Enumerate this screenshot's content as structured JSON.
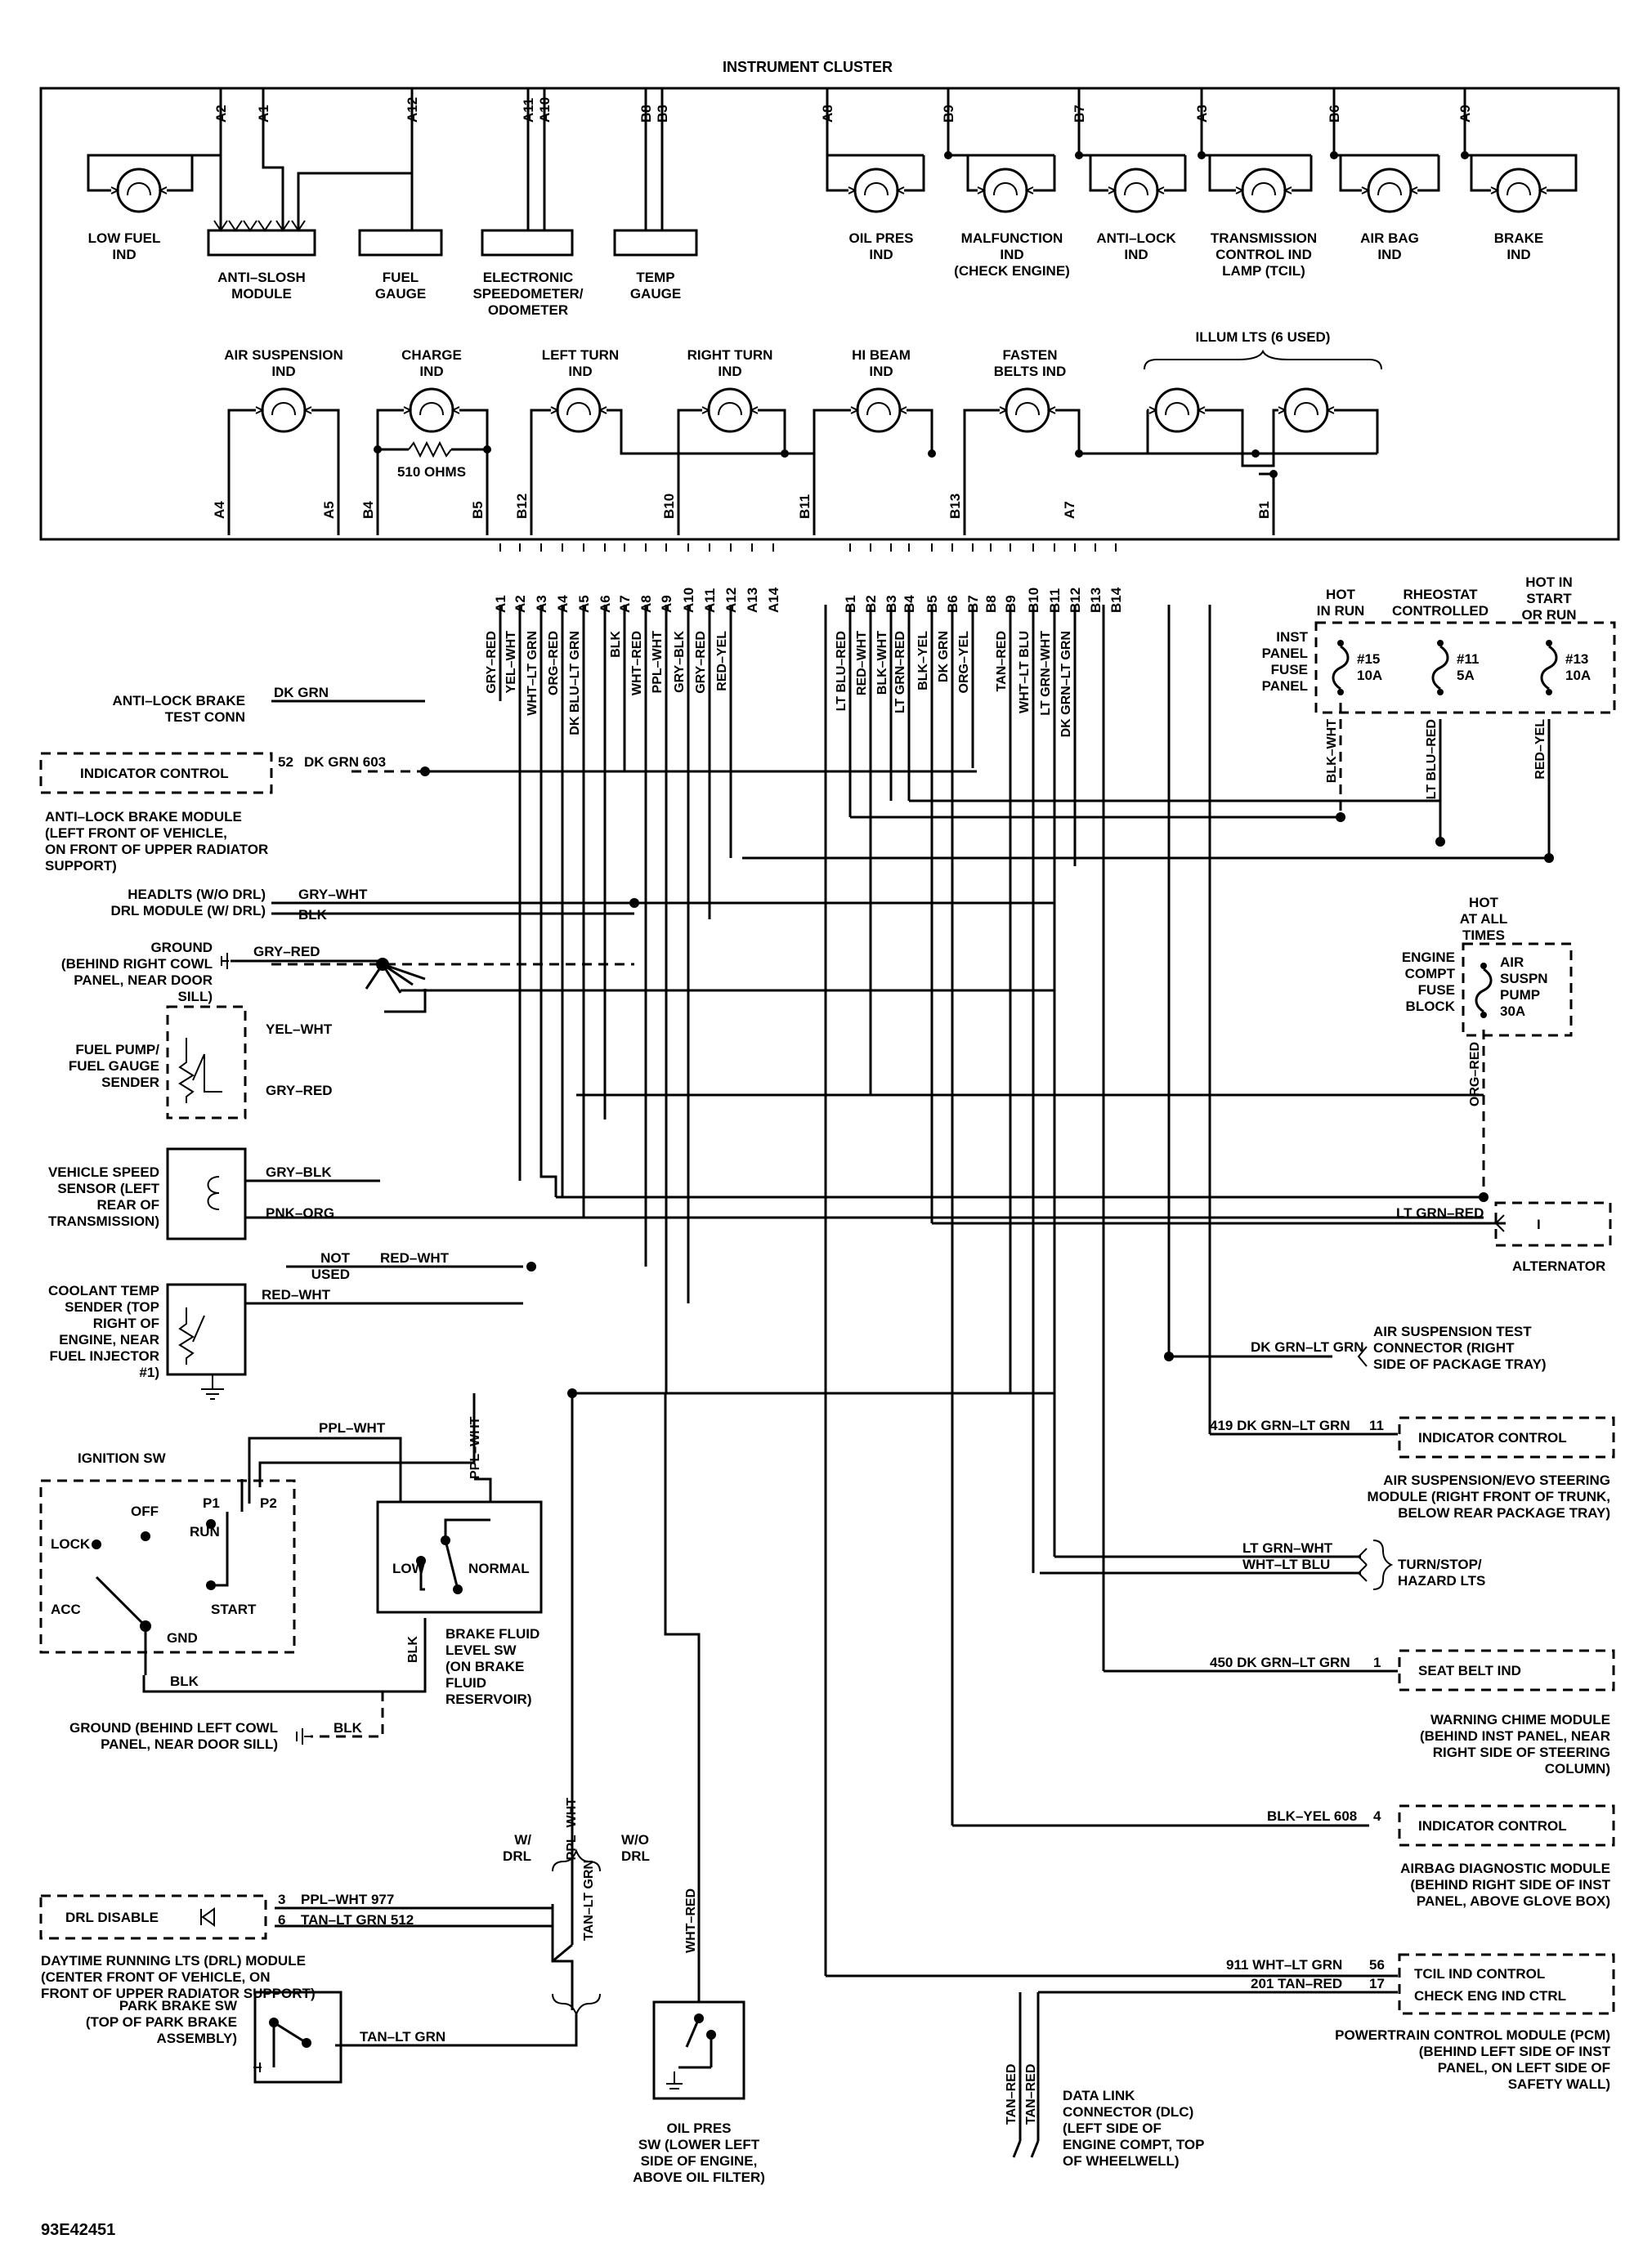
{
  "cluster": {
    "title": "INSTRUMENT CLUSTER",
    "top_pins": [
      "A2",
      "A1",
      "A12",
      "A11",
      "A10",
      "B8",
      "B3",
      "A8",
      "B9",
      "B7",
      "A3",
      "B6",
      "A9"
    ],
    "top_labels": {
      "low_fuel": [
        "LOW FUEL",
        "IND"
      ],
      "anti_slosh": [
        "ANTI–SLOSH",
        "MODULE"
      ],
      "fuel_gauge": [
        "FUEL",
        "GAUGE"
      ],
      "speedometer": [
        "ELECTRONIC",
        "SPEEDOMETER/",
        "ODOMETER"
      ],
      "temp_gauge": [
        "TEMP",
        "GAUGE"
      ],
      "oil_pres": [
        "OIL PRES",
        "IND"
      ],
      "malfunction": [
        "MALFUNCTION",
        "IND",
        "(CHECK ENGINE)"
      ],
      "anti_lock": [
        "ANTI–LOCK",
        "IND"
      ],
      "tcil": [
        "TRANSMISSION",
        "CONTROL IND",
        "LAMP (TCIL)"
      ],
      "air_bag": [
        "AIR BAG",
        "IND"
      ],
      "brake": [
        "BRAKE",
        "IND"
      ]
    },
    "bottom_labels": {
      "air_susp": [
        "AIR SUSPENSION",
        "IND"
      ],
      "charge": [
        "CHARGE",
        "IND"
      ],
      "left_turn": [
        "LEFT TURN",
        "IND"
      ],
      "right_turn": [
        "RIGHT TURN",
        "IND"
      ],
      "hi_beam": [
        "HI BEAM",
        "IND"
      ],
      "fasten": [
        "FASTEN",
        "BELTS IND"
      ],
      "illum": [
        "ILLUM LTS (6 USED)"
      ]
    },
    "resistor": "510 OHMS",
    "bottom_pins": [
      "A4",
      "A5",
      "B4",
      "B5",
      "B12",
      "B10",
      "B11",
      "B13",
      "A7",
      "B1"
    ]
  },
  "connector_pins": [
    "A1",
    "A2",
    "A3",
    "A4",
    "A5",
    "A6",
    "A7",
    "A8",
    "A9",
    "A10",
    "A11",
    "A12",
    "A13",
    "A14",
    "B1",
    "B2",
    "B3",
    "B4",
    "B5",
    "B6",
    "B7",
    "B8",
    "B9",
    "B10",
    "B11",
    "B12",
    "B13",
    "B14"
  ],
  "wire_colors": [
    "GRY–RED",
    "YEL–WHT",
    "WHT–LT GRN",
    "ORG–RED",
    "DK BLU–LT GRN",
    "BLK",
    "WHT–RED",
    "PPL–WHT",
    "GRY–BLK",
    "GRY–RED",
    "RED–YEL",
    "LT BLU–RED",
    "RED–WHT",
    "BLK–WHT",
    "LT GRN–RED",
    "BLK–YEL",
    "DK GRN",
    "ORG–YEL",
    "TAN–RED",
    "WHT–LT BLU",
    "LT GRN–WHT",
    "DK GRN–LT GRN"
  ],
  "fuse_panel": {
    "headers": [
      [
        "HOT",
        "IN RUN"
      ],
      [
        "RHEOSTAT",
        "CONTROLLED"
      ],
      [
        "HOT IN",
        "START",
        "OR RUN"
      ]
    ],
    "title": [
      "INST",
      "PANEL",
      "FUSE",
      "PANEL"
    ],
    "fuses": [
      [
        "#15",
        "10A"
      ],
      [
        "#11",
        "5A"
      ],
      [
        "#13",
        "10A"
      ]
    ],
    "wires": [
      "BLK–WHT",
      "LT BLU–RED",
      "RED–YEL"
    ]
  },
  "engine_fuse": {
    "header": [
      "HOT",
      "AT ALL",
      "TIMES"
    ],
    "title": [
      "ENGINE",
      "COMPT",
      "FUSE",
      "BLOCK"
    ],
    "fuse": [
      "AIR",
      "SUSPN",
      "PUMP",
      "30A"
    ],
    "wire": "ORG–RED"
  },
  "left": {
    "abs_test": [
      "ANTI–LOCK BRAKE",
      "TEST CONN"
    ],
    "abs_test_wire": "DK GRN",
    "indicator_control": "INDICATOR CONTROL",
    "abs_pin": "52",
    "abs_wire": "DK GRN 603",
    "abs_module": [
      "ANTI–LOCK BRAKE MODULE",
      "(LEFT FRONT OF VEHICLE,",
      "ON FRONT OF UPPER RADIATOR",
      "SUPPORT)"
    ],
    "headlts": [
      "HEADLTS (W/O DRL)",
      "DRL MODULE (W/ DRL)"
    ],
    "headlts_wires": [
      "GRY–WHT",
      "BLK"
    ],
    "ground1": [
      "GROUND",
      "(BEHIND RIGHT COWL",
      "PANEL, NEAR DOOR",
      "SILL)"
    ],
    "ground1_wire": "GRY–RED",
    "fuel_pump": [
      "FUEL PUMP/",
      "FUEL GAUGE",
      "SENDER"
    ],
    "fuel_pump_wires": [
      "YEL–WHT",
      "GRY–RED"
    ],
    "vss": [
      "VEHICLE SPEED",
      "SENSOR (LEFT",
      "REAR OF",
      "TRANSMISSION)"
    ],
    "vss_wires": [
      "GRY–BLK",
      "PNK–ORG"
    ],
    "not_used": [
      "NOT",
      "USED"
    ],
    "not_used_wire": "RED–WHT",
    "coolant": [
      "COOLANT TEMP",
      "SENDER (TOP",
      "RIGHT OF",
      "ENGINE, NEAR",
      "FUEL INJECTOR",
      "#1)"
    ],
    "coolant_wire": "RED–WHT"
  },
  "ignition": {
    "title": "IGNITION SW",
    "positions": [
      "OFF",
      "LOCK",
      "RUN",
      "ACC",
      "START",
      "GND"
    ],
    "p1": "P1",
    "p2": "P2",
    "wires": [
      "PPL–WHT",
      "PPL–WHT",
      "BLK",
      "BLK",
      "BLK"
    ],
    "brake_fluid": [
      "BRAKE FLUID",
      "LEVEL SW",
      "(ON BRAKE",
      "FLUID",
      "RESERVOIR)"
    ],
    "low": "LOW",
    "normal": "NORMAL",
    "ground2": [
      "GROUND (BEHIND LEFT COWL",
      "PANEL, NEAR DOOR SILL)"
    ]
  },
  "drl": {
    "wire_v": "PPL–WHT",
    "w_drl": [
      "W/",
      "DRL"
    ],
    "wo_drl": [
      "W/O",
      "DRL"
    ],
    "disable": "DRL DISABLE",
    "pin3": "3",
    "pin6": "6",
    "wire3": "PPL–WHT 977",
    "wire6": "TAN–LT GRN 512",
    "tan_lt_grn": "TAN–LT GRN",
    "module": [
      "DAYTIME RUNNING LTS (DRL) MODULE",
      "(CENTER FRONT OF VEHICLE, ON",
      "FRONT OF UPPER RADIATOR SUPPORT)"
    ],
    "park": [
      "PARK BRAKE SW",
      "(TOP OF PARK BRAKE",
      "ASSEMBLY)"
    ],
    "park_wire": "TAN–LT GRN",
    "oil_wire": "WHT–RED",
    "oil_sw": [
      "OIL PRES",
      "SW (LOWER LEFT",
      "SIDE OF ENGINE,",
      "ABOVE OIL FILTER)"
    ]
  },
  "right": {
    "alt_wire": "LT GRN–RED",
    "alt_pin": "I",
    "alternator": "ALTERNATOR",
    "air_test_wire": "DK GRN–LT GRN",
    "air_test": [
      "AIR SUSPENSION TEST",
      "CONNECTOR (RIGHT",
      "SIDE OF PACKAGE TRAY)"
    ],
    "evo_wire": "419 DK GRN–LT GRN",
    "evo_pin": "11",
    "indicator_control": "INDICATOR CONTROL",
    "evo_module": [
      "AIR SUSPENSION/EVO STEERING",
      "MODULE (RIGHT FRONT OF TRUNK,",
      "BELOW REAR PACKAGE TRAY)"
    ],
    "turn_wires": [
      "LT GRN–WHT",
      "WHT–LT BLU"
    ],
    "turn": [
      "TURN/STOP/",
      "HAZARD LTS"
    ],
    "chime_wire": "450 DK GRN–LT GRN",
    "chime_pin": "1",
    "seat_belt": "SEAT BELT IND",
    "chime": [
      "WARNING CHIME MODULE",
      "(BEHIND INST PANEL, NEAR",
      "RIGHT SIDE OF STEERING",
      "COLUMN)"
    ],
    "air_wire": "BLK–YEL 608",
    "air_pin": "4",
    "airbag": [
      "AIRBAG DIAGNOSTIC MODULE",
      "(BEHIND RIGHT SIDE OF INST",
      "PANEL, ABOVE GLOVE BOX)"
    ],
    "pcm_wires": [
      "911 WHT–LT GRN",
      "201 TAN–RED"
    ],
    "pcm_pins": [
      "56",
      "17"
    ],
    "pcm_box": [
      "TCIL IND CONTROL",
      "CHECK ENG IND CTRL"
    ],
    "pcm": [
      "POWERTRAIN CONTROL MODULE (PCM)",
      "(BEHIND LEFT SIDE OF INST",
      "PANEL, ON LEFT SIDE OF",
      "SAFETY WALL)"
    ],
    "dlc_wires": [
      "TAN–RED",
      "TAN–RED"
    ],
    "dlc": [
      "DATA LINK",
      "CONNECTOR (DLC)",
      "(LEFT SIDE OF",
      "ENGINE COMPT, TOP",
      "OF WHEELWELL)"
    ]
  },
  "figure_id": "93E42451"
}
